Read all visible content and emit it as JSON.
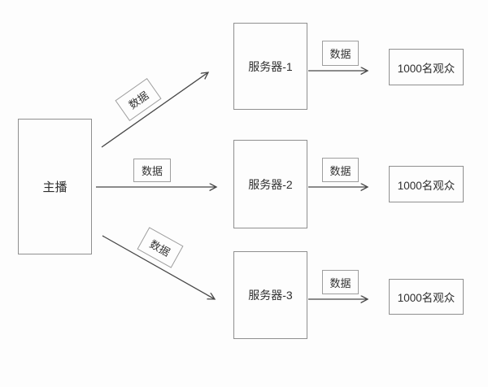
{
  "diagram": {
    "anchor": {
      "label": "主播"
    },
    "servers": [
      {
        "label": "服务器-1"
      },
      {
        "label": "服务器-2"
      },
      {
        "label": "服务器-3"
      }
    ],
    "audiences": [
      {
        "label": "1000名观众"
      },
      {
        "label": "1000名观众"
      },
      {
        "label": "1000名观众"
      }
    ],
    "edges": [
      {
        "from": "主播",
        "to": "服务器-1",
        "label": "数据"
      },
      {
        "from": "主播",
        "to": "服务器-2",
        "label": "数据"
      },
      {
        "from": "主播",
        "to": "服务器-3",
        "label": "数据"
      },
      {
        "from": "服务器-1",
        "to": "1000名观众",
        "label": "数据"
      },
      {
        "from": "服务器-2",
        "to": "1000名观众",
        "label": "数据"
      },
      {
        "from": "服务器-3",
        "to": "1000名观众",
        "label": "数据"
      }
    ],
    "colors": {
      "arrow": "#474747",
      "box_border": "#8f8f8f",
      "label_border": "#9e9e9e",
      "text": "#2e2e2e",
      "background": "#fdfdfd"
    }
  }
}
